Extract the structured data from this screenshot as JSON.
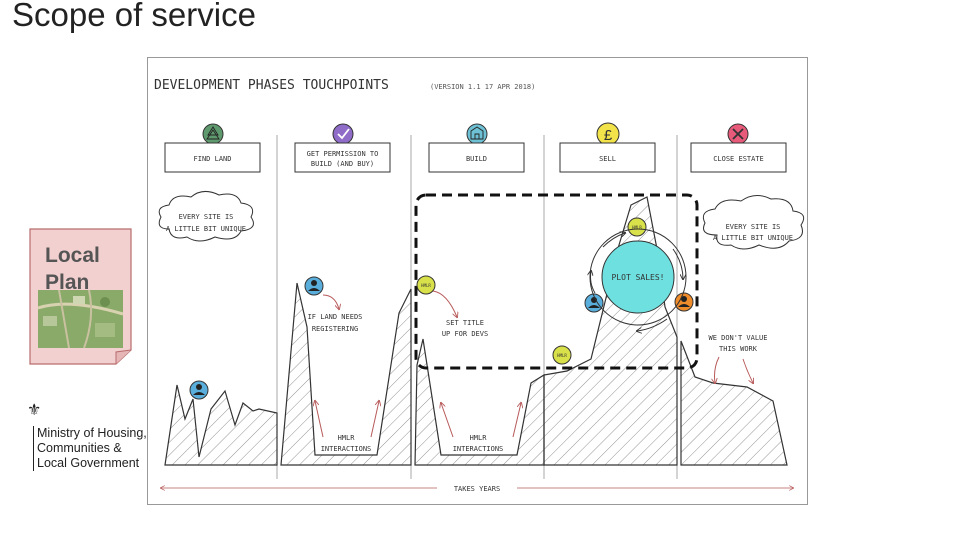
{
  "slide": {
    "title": "Scope of service"
  },
  "local_plan": {
    "line1": "Local",
    "line2": "Plan"
  },
  "ministry": {
    "crest": "⚜",
    "text": "Ministry of Housing,\nCommunities &\nLocal Government"
  },
  "diagram": {
    "title": "DEVELOPMENT PHASES TOUCHPOINTS",
    "version": "(VERSION 1.1 17 APR 2018)",
    "phases": [
      {
        "icon": "tree-icon",
        "color": "#5f9a6e",
        "line1": "FIND LAND",
        "line2": ""
      },
      {
        "icon": "checkmark-icon",
        "color": "#8e6cc8",
        "line1": "GET PERMISSION TO",
        "line2": "BUILD (AND BUY)"
      },
      {
        "icon": "building-icon",
        "color": "#6ec1d4",
        "line1": "BUILD",
        "line2": ""
      },
      {
        "icon": "pound-icon",
        "color": "#f2e34a",
        "line1": "SELL",
        "line2": ""
      },
      {
        "icon": "close-icon",
        "color": "#e85a7a",
        "line1": "CLOSE ESTATE",
        "line2": ""
      }
    ],
    "cloud_left": {
      "line1": "EVERY SITE IS",
      "line2": "A LITTLE BIT UNIQUE"
    },
    "cloud_right": {
      "line1": "EVERY SITE IS",
      "line2": "A LITTLE BIT UNIQUE"
    },
    "land_needs": {
      "line1": "IF LAND NEEDS",
      "line2": "REGISTERING"
    },
    "set_title": {
      "line1": "SET TITLE",
      "line2": "UP FOR DEVS"
    },
    "hmlr_interactions_1": {
      "line1": "HMLR",
      "line2": "INTERACTIONS"
    },
    "hmlr_interactions_2": {
      "line1": "HMLR",
      "line2": "INTERACTIONS"
    },
    "plot_sales": "PLOT SALES!",
    "hmlr_badge": "HMLR",
    "we_dont": {
      "line1": "WE DON'T VALUE",
      "line2": "THIS WORK"
    },
    "takes_years": "TAKES YEARS"
  }
}
